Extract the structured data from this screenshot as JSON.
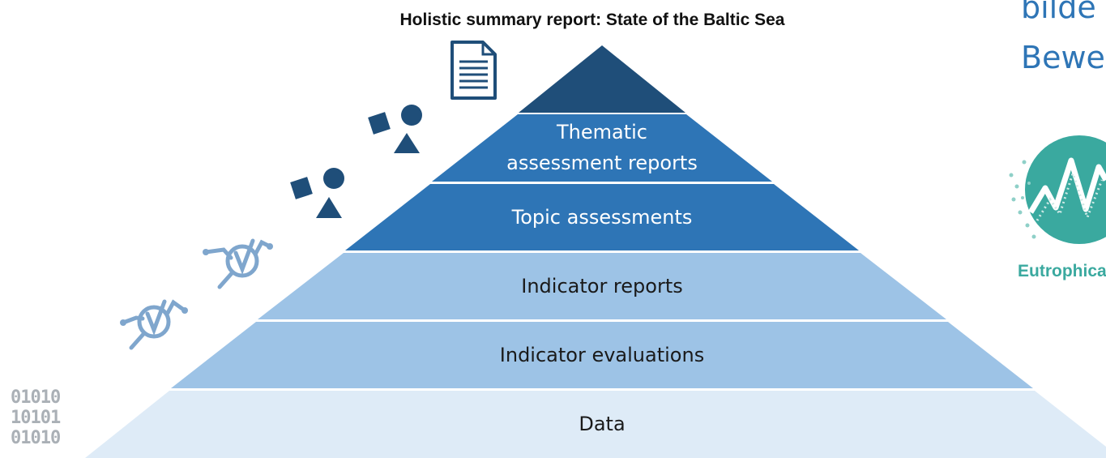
{
  "title": "Holistic summary report: State of the Baltic Sea",
  "pyramid": {
    "layers": [
      {
        "label": "",
        "color": "#1f4e79"
      },
      {
        "label_lines": [
          "Thematic",
          "assessment reports"
        ],
        "color": "#2e75b6"
      },
      {
        "label": "Topic assessments",
        "color": "#2e75b6"
      },
      {
        "label": "Indicator reports",
        "color": "#9dc3e6"
      },
      {
        "label": "Indicator evaluations",
        "color": "#9dc3e6"
      },
      {
        "label": "Data",
        "color": "#deebf7"
      }
    ]
  },
  "binary_lines": [
    "01010",
    "10101",
    "01010"
  ],
  "side_text": {
    "line1": "bilde",
    "line2": "Bewe",
    "color": "#2e75b6"
  },
  "logo": {
    "label": "Eutrophica",
    "color": "#3aa99f"
  },
  "icons": {
    "document": "document-icon",
    "shapes": "shapes-icon",
    "indicator_symbol": "indicator-icon"
  },
  "colors": {
    "dark_navy": "#1f4e79",
    "medium_blue": "#2e75b6",
    "light_blue": "#9dc3e6",
    "pale_blue": "#deebf7",
    "icon_grey_blue": "#7fa6cd"
  }
}
